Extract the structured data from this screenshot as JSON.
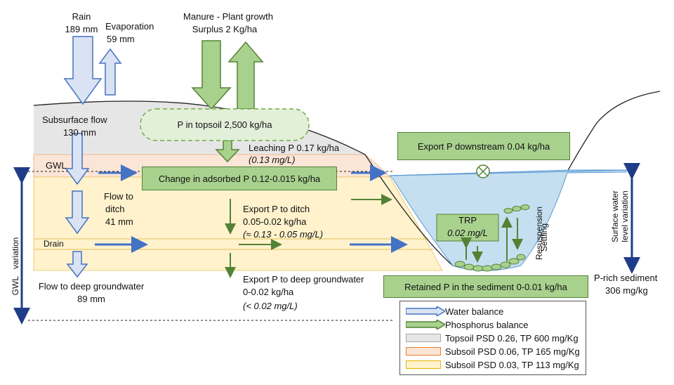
{
  "inputs": {
    "rain_label": "Rain",
    "rain_value": "189 mm",
    "evaporation_label": "Evaporation",
    "evaporation_value": "59 mm",
    "manure_line1": "Manure  - Plant growth",
    "manure_line2": "Surplus 2 Kg/ha"
  },
  "flows": {
    "subsurface_label": "Subsurface flow",
    "subsurface_value": "130 mm",
    "gwl": "GWL",
    "flow_to_ditch_1": "Flow  to",
    "flow_to_ditch_2": "ditch",
    "flow_to_ditch_value": "41 mm",
    "drain": "Drain",
    "deep_label": "Flow to deep groundwater",
    "deep_value": "89 mm",
    "gwl_variation_1": "GWL",
    "gwl_variation_2": "variation",
    "surface_level_1": "Surface  water",
    "surface_level_2": "level variation"
  },
  "phosphorus": {
    "topsoil": "P in topsoil 2,500 kg/ha",
    "leaching": "Leaching P 0.17 kg/ha",
    "leaching_conc": "(0.13 mg/L)",
    "adsorbed": "Change in adsorbed P 0.12-0.015 kg/ha",
    "export_ditch_1": "Export P to ditch",
    "export_ditch_2": "0.05-0.02 kg/ha",
    "export_ditch_conc": "(≈ 0.13 - 0.05 mg/L)",
    "export_deep_1": "Export P to deep groundwater",
    "export_deep_2": "0-0.02 kg/ha",
    "export_deep_conc": "(< 0.02 mg/L)",
    "export_downstream": "Export P downstream 0.04 kg/ha",
    "trp": "TRP",
    "trp_value": "0.02 mg/L",
    "resuspension": "Resuspension",
    "settling": "Settling",
    "retained": "Retained P in the sediment 0-0.01 kg/ha",
    "sediment_1": "P-rich sediment",
    "sediment_2": "306 mg/kg"
  },
  "legend": {
    "items": [
      {
        "label": "Water balance",
        "color": "#4472c4"
      },
      {
        "label": "Phosphorus balance",
        "color": "#70ad47"
      },
      {
        "label": "Topsoil PSD 0.26, TP 600 mg/Kg",
        "color": "#a6a6a6"
      },
      {
        "label": "Subsoil PSD 0.06, TP 165 mg/Kg",
        "color": "#f4b183"
      },
      {
        "label": "Subsoil PSD 0.03, TP 113 mg/Kg",
        "color": "#ffd966"
      }
    ]
  },
  "colors": {
    "water_arrow_fill": "#dae3f3",
    "water_arrow_stroke": "#4472c4",
    "p_arrow_fill": "#a9d18e",
    "p_arrow_stroke": "#548235",
    "topsoil_fill": "#e7e6e6",
    "subsoil1_fill": "#fbe5d6",
    "subsoil2_fill": "#fff2cc",
    "water_fill": "#c5dff0",
    "axis_blue": "#1f3c88"
  }
}
